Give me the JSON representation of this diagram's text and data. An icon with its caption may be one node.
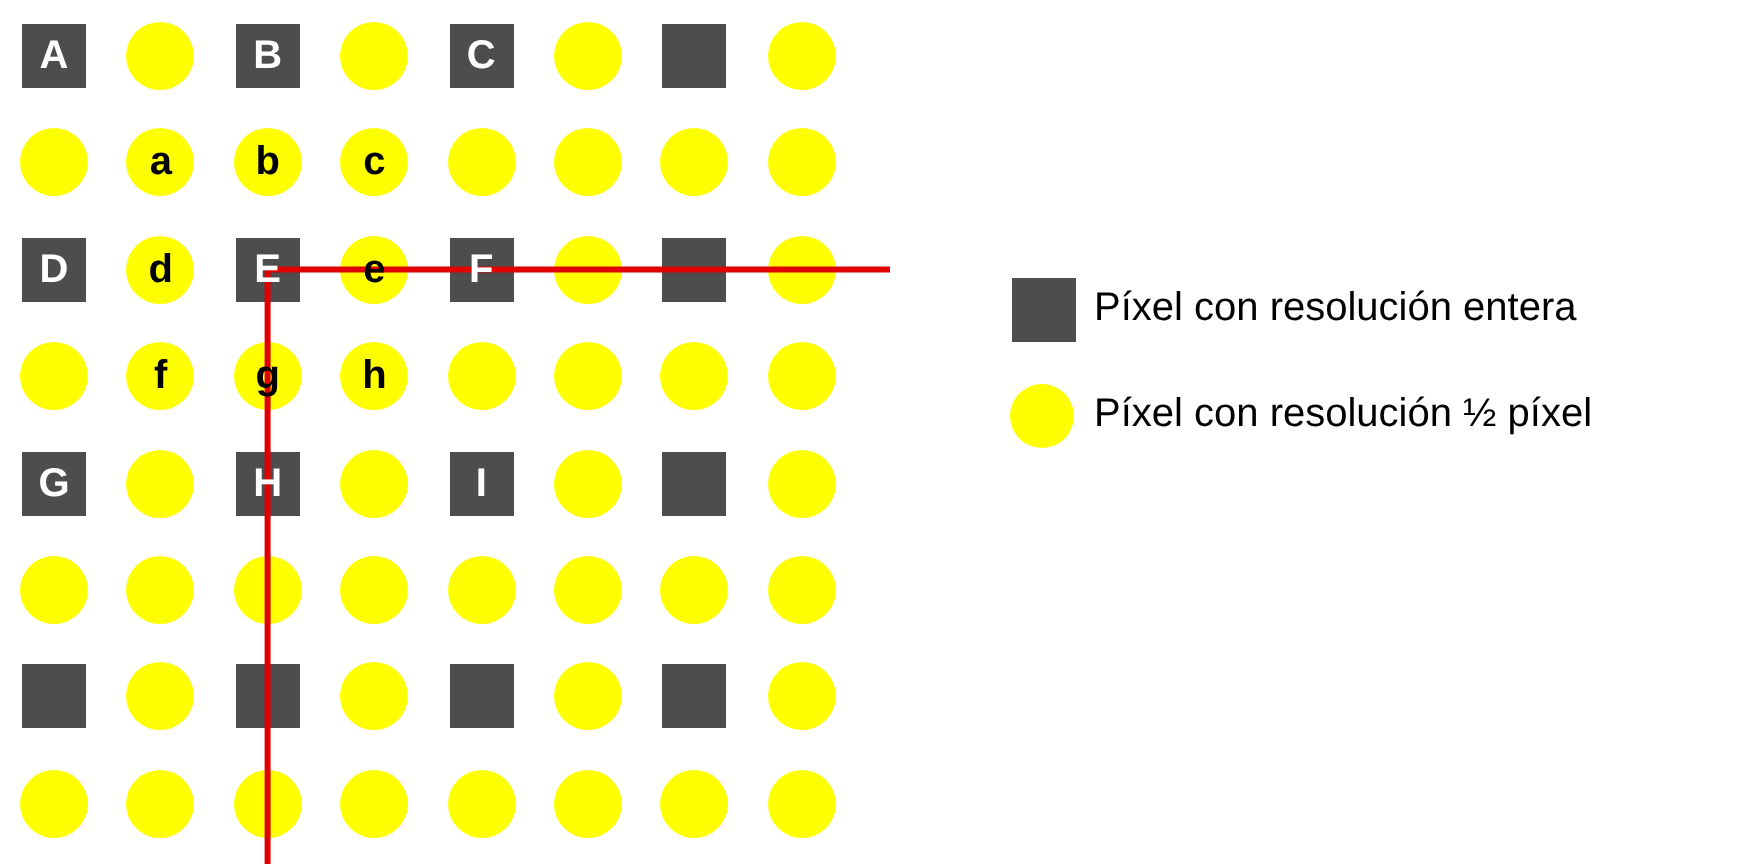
{
  "diagram": {
    "nodes": [
      {
        "text": [
          "A"
        ]
      },
      {
        "text": [],
        "shape": "circle"
      },
      {
        "text": [
          "B"
        ]
      },
      {
        "text": [],
        "shape": "circle"
      },
      {
        "text": [
          "C"
        ]
      },
      {
        "text": [],
        "shape": "circle"
      },
      {
        "text": [],
        "shape": "box"
      },
      {
        "text": [],
        "shape": "circle"
      },
      {
        "text": [],
        "shape": "circle"
      },
      {
        "text": [
          "a"
        ]
      },
      {
        "text": [
          "b"
        ]
      },
      {
        "text": [
          "c"
        ]
      },
      {
        "text": [],
        "shape": "circle"
      },
      {
        "text": [],
        "shape": "circle"
      },
      {
        "text": [],
        "shape": "circle"
      },
      {
        "text": [],
        "shape": "circle"
      },
      {
        "text": [
          "D"
        ]
      },
      {
        "text": [
          "d"
        ]
      },
      {
        "text": [
          "E"
        ]
      },
      {
        "text": [
          "e"
        ]
      },
      {
        "text": [
          "F"
        ]
      },
      {
        "text": [],
        "shape": "circle"
      },
      {
        "text": [],
        "shape": "box"
      },
      {
        "text": [],
        "shape": "circle"
      },
      {
        "text": [],
        "shape": "circle"
      },
      {
        "text": [
          "f"
        ]
      },
      {
        "text": [
          "g"
        ]
      },
      {
        "text": [
          "h"
        ]
      },
      {
        "text": [],
        "shape": "circle"
      },
      {
        "text": [],
        "shape": "circle"
      },
      {
        "text": [],
        "shape": "circle"
      },
      {
        "text": [],
        "shape": "circle"
      },
      {
        "text": [
          "G"
        ]
      },
      {
        "text": [],
        "shape": "circle"
      },
      {
        "text": [
          "H"
        ]
      },
      {
        "text": [],
        "shape": "circle"
      },
      {
        "text": [
          "I"
        ]
      },
      {
        "text": [],
        "shape": "circle"
      },
      {
        "text": [],
        "shape": "box"
      },
      {
        "text": [],
        "shape": "circle"
      },
      {
        "text": [],
        "shape": "circle"
      },
      {
        "text": [],
        "shape": "circle"
      },
      {
        "text": [],
        "shape": "circle"
      },
      {
        "text": [],
        "shape": "circle"
      },
      {
        "text": [],
        "shape": "circle"
      },
      {
        "text": [],
        "shape": "circle"
      },
      {
        "text": [],
        "shape": "circle"
      },
      {
        "text": [],
        "shape": "circle"
      },
      {
        "text": [],
        "shape": "box"
      },
      {
        "text": [],
        "shape": "circle"
      },
      {
        "text": [],
        "shape": "box"
      },
      {
        "text": [],
        "shape": "circle"
      },
      {
        "text": [],
        "shape": "box"
      },
      {
        "text": [],
        "shape": "circle"
      },
      {
        "text": [],
        "shape": "box"
      },
      {
        "text": [],
        "shape": "circle"
      },
      {
        "text": [],
        "shape": "circle"
      },
      {
        "text": [],
        "shape": "circle"
      },
      {
        "text": [],
        "shape": "circle"
      },
      {
        "text": [],
        "shape": "circle"
      },
      {
        "text": [],
        "shape": "circle"
      },
      {
        "text": [],
        "shape": "circle"
      },
      {
        "text": [],
        "shape": "circle"
      },
      {
        "text": [],
        "shape": "circle"
      }
    ],
    "legend": [
      {
        "text": "Píxel con resolución entera",
        "color": "#4d4d4d"
      },
      {
        "text": "Píxel con resolución ½ píxel",
        "color": "#ffff00"
      }
    ]
  }
}
